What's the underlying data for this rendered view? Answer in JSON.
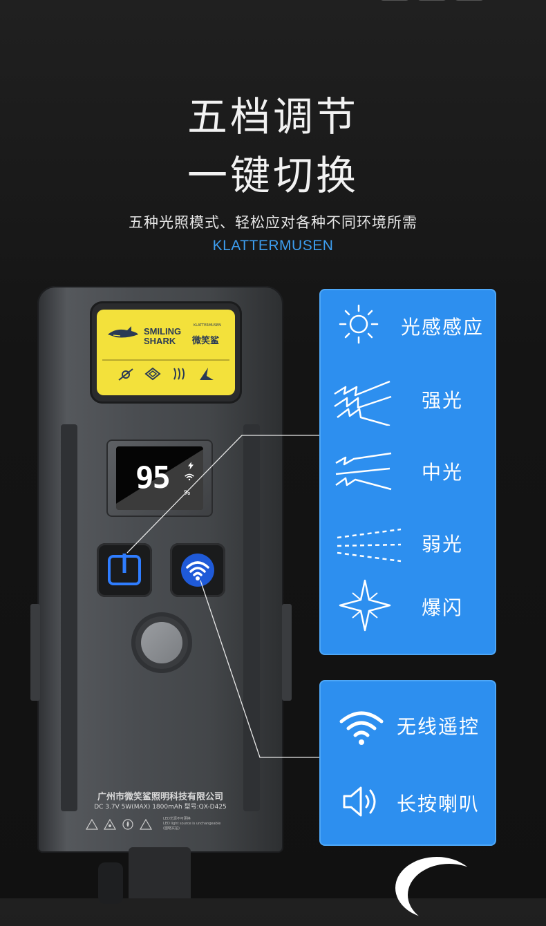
{
  "headline": {
    "line1": "五档调节",
    "line2": "一键切换"
  },
  "subtitle": "五种光照模式、轻松应对各种不同环境所需",
  "brand_en": "KLATTERMUSEN",
  "device": {
    "logo": {
      "en_line1": "SMILING",
      "en_line2": "SHARK",
      "cn": "微笑鲨",
      "small": "KLATTERMUSEN"
    },
    "battery": {
      "value": "95",
      "unit": "%"
    },
    "company": "广州市微笑鲨照明科技有限公司",
    "spec": "DC 3.7V 5W(MAX)  1800mAh  型号:QX-D425",
    "note_lines": [
      "LED光源不可更换",
      "LED light source is unchangeable",
      "(图略实拍)"
    ]
  },
  "modes": [
    {
      "label": "光感感应",
      "icon": "sun-icon"
    },
    {
      "label": "强光",
      "icon": "strong-beam-icon"
    },
    {
      "label": "中光",
      "icon": "medium-beam-icon"
    },
    {
      "label": "弱光",
      "icon": "weak-beam-icon"
    },
    {
      "label": "爆闪",
      "icon": "flash-burst-icon"
    }
  ],
  "remote_features": [
    {
      "label": "无线遥控",
      "icon": "wifi-icon"
    },
    {
      "label": "长按喇叭",
      "icon": "speaker-icon"
    }
  ],
  "colors": {
    "panel": "#2d8fef",
    "accent_text": "#3d9ef0",
    "button_glow": "#2f7dff",
    "logo_yellow": "#f3e13b"
  }
}
